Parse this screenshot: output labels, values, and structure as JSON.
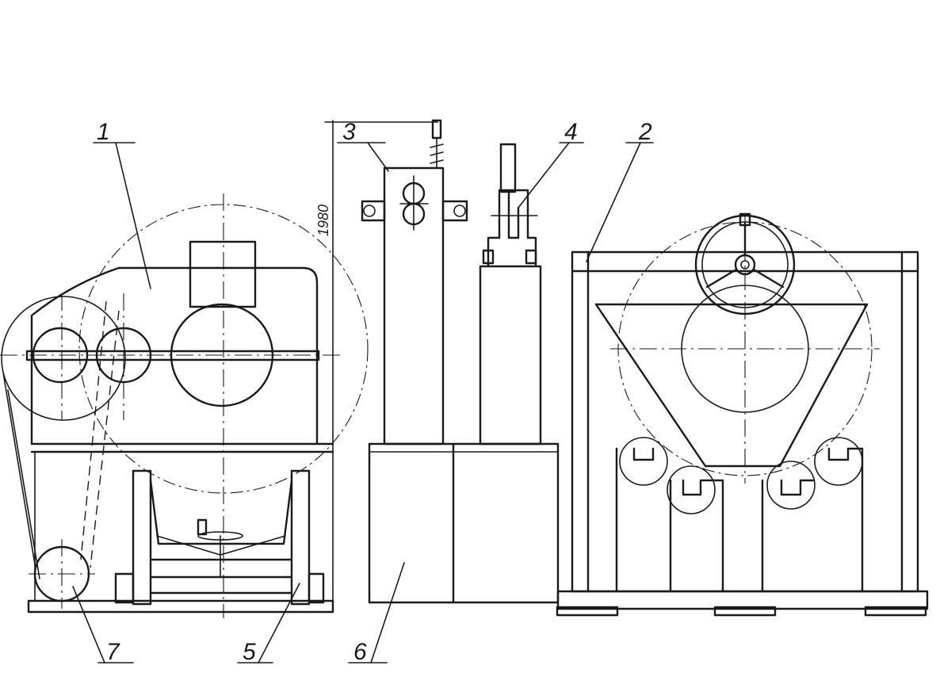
{
  "labels": {
    "l1": "1",
    "l2": "2",
    "l3": "3",
    "l4": "4",
    "l5": "5",
    "l6": "6",
    "l7": "7"
  },
  "dimension": "1980"
}
